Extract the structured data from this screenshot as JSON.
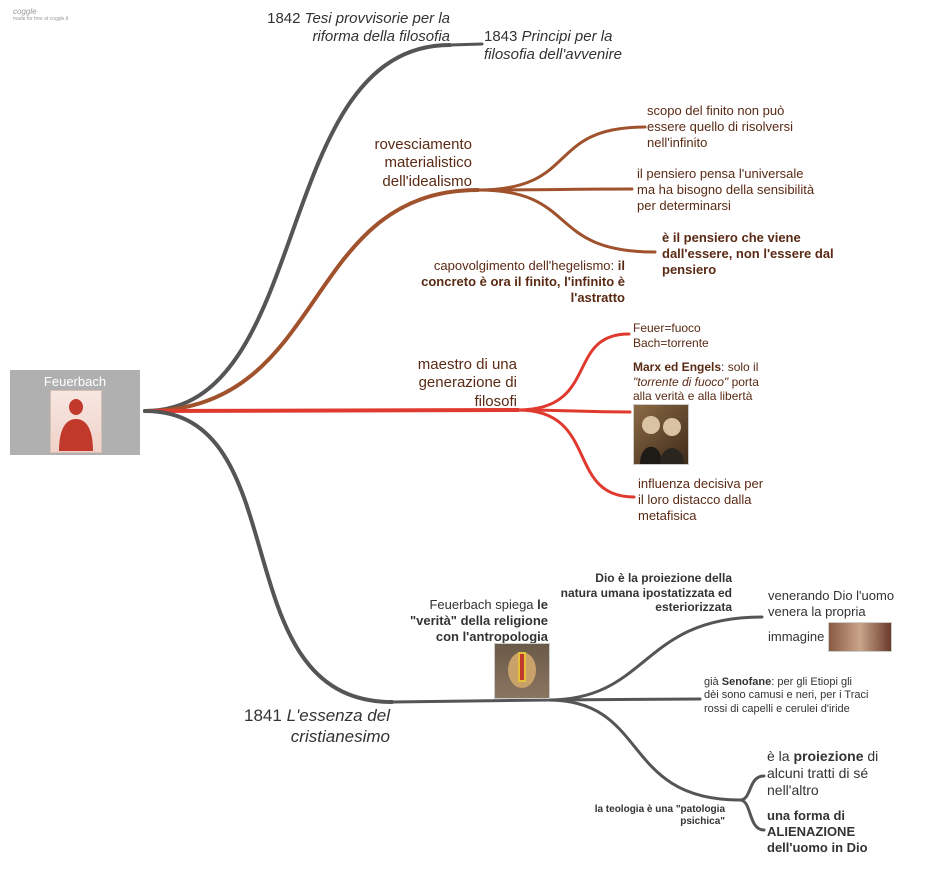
{
  "watermark": {
    "logo": "coggle",
    "tagline": "made for free at coggle.it"
  },
  "root": {
    "label": "Feuerbach",
    "image": "feuerbach-portrait"
  },
  "colors": {
    "gray_branch": "#555555",
    "brown_branch": "#a0522d",
    "red_branch": "#e03a2e",
    "brown_text": "#5a2a14",
    "dark_text": "#333333"
  },
  "works": {
    "tesi": {
      "year": "1842",
      "title": "Tesi provvisorie per la riforma della filosofia"
    },
    "principi": {
      "year": "1843",
      "title": "Principi per la filosofia dell'avvenire"
    },
    "essenza": {
      "year": "1841",
      "title": "L'essenza del cristianesimo"
    }
  },
  "rovesciamento": {
    "label": "rovesciamento materialistico dell'idealismo",
    "scopo": "scopo del finito non può essere quello di risolversi nell'infinito",
    "pensiero": "il pensiero pensa l'universale ma ha bisogno della sensibilità per determinarsi",
    "essere": "è il pensiero che viene dall'essere, non l'essere dal pensiero",
    "capovolgimento_prefix": "capovolgimento dell'hegelismo: ",
    "capovolgimento_bold": "il concreto è ora il finito, l'infinito è l'astratto"
  },
  "maestro": {
    "label": "maestro di una generazione di filosofi",
    "feuer": "Feuer=fuoco",
    "bach": "Bach=torrente",
    "marx_bold": "Marx ed Engels",
    "marx_text": ": solo il ",
    "marx_italic": "\"torrente di fuoco\"",
    "marx_end": " porta alla verità e alla libertà",
    "marx_image": "marx-engels-portrait",
    "influenza": "influenza decisiva per il loro distacco dalla metafisica"
  },
  "essenza_branch": {
    "spiega_prefix": "Feuerbach spiega ",
    "spiega_bold": "le \"verità\" della religione con l'antropologia",
    "spiega_image": "painted-face-photo",
    "dio": "Dio è la proiezione della natura umana ipostatizzata ed esteriorizzata",
    "venerando": "venerando Dio l'uomo venera la propria",
    "immagine": "immagine",
    "venerando_image": "creation-of-adam-painting",
    "senofane_pre": "già ",
    "senofane_bold": "Senofane",
    "senofane_text": ": per gli Etiopi gli dèi sono camusi e neri, per i Traci rossi di capelli e cerulei d'iride",
    "teologia": "la teologia è una \"patologia psichica\"",
    "proiezione_pre": "è la ",
    "proiezione_bold": "proiezione",
    "proiezione_post": " di alcuni tratti di sé nell'altro",
    "alienazione": "una forma di ALIENAZIONE dell'uomo in Dio"
  }
}
